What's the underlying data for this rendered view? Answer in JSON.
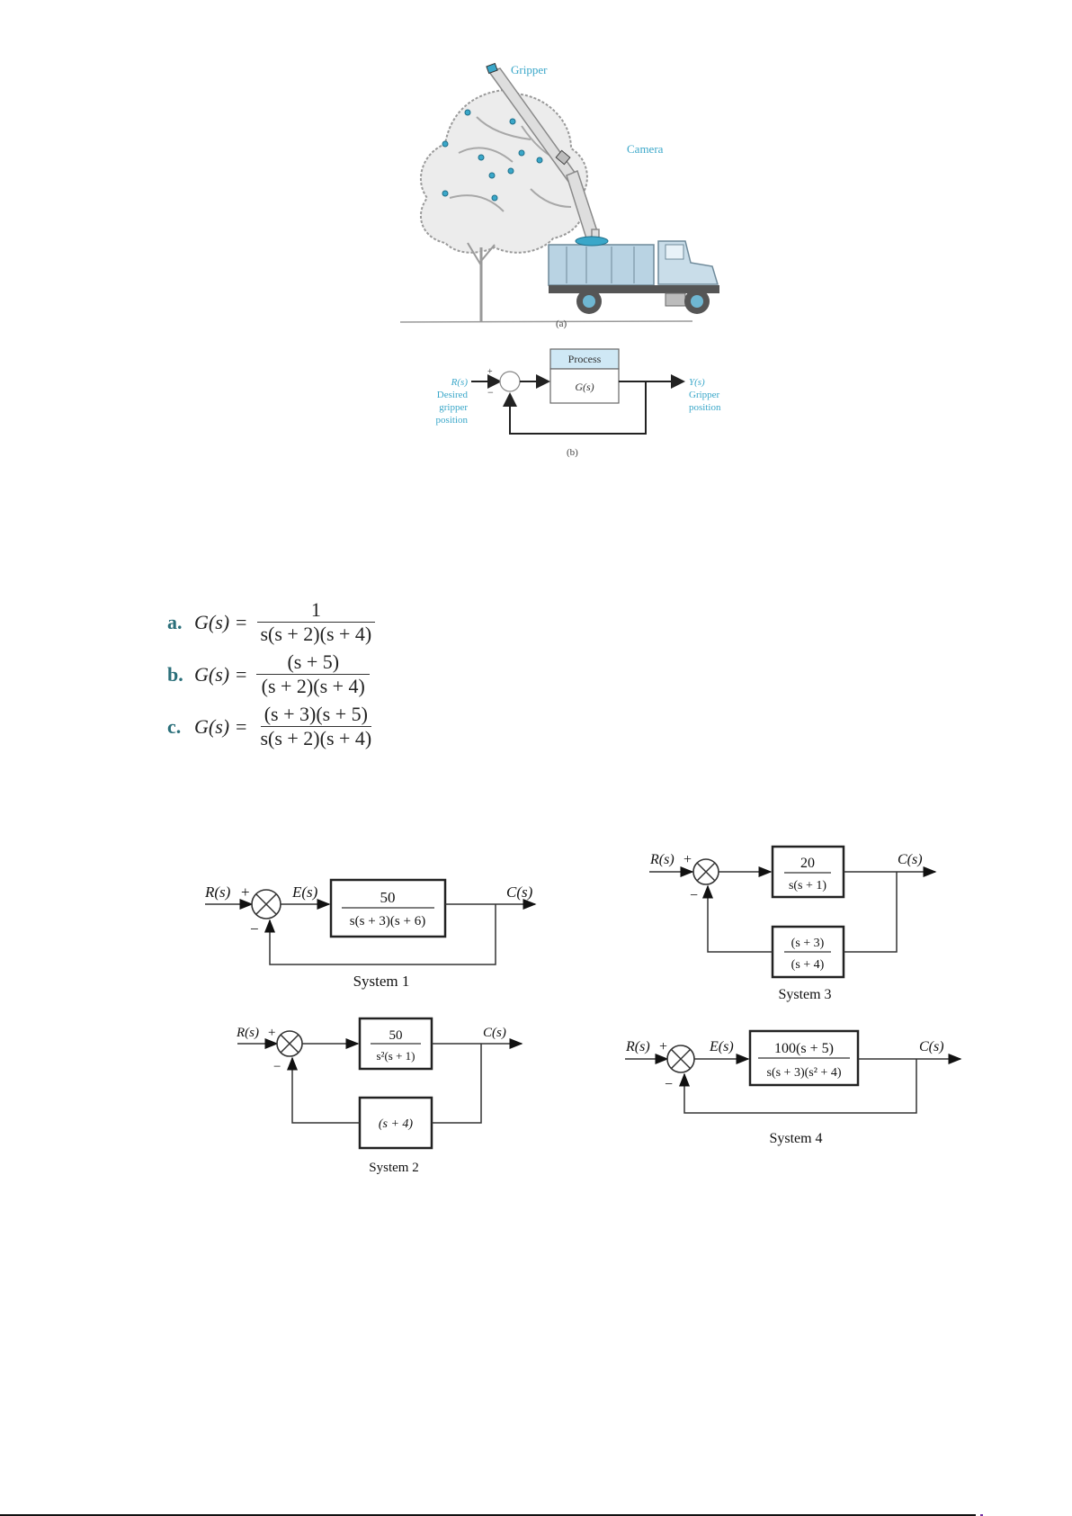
{
  "figure_top": {
    "illustration": {
      "labels": {
        "gripper": "Gripper",
        "camera": "Camera"
      },
      "caption": "(a)",
      "colors": {
        "accent": "#3aa7c9",
        "truck_body": "#b9d3e3",
        "tree": "#9a9a9a"
      }
    },
    "block_diagram": {
      "process_header": "Process",
      "process_tf": "G(s)",
      "input_symbol": "R(s)",
      "input_desc": [
        "Desired",
        "gripper",
        "position"
      ],
      "output_symbol": "Y(s)",
      "output_desc": [
        "Gripper",
        "position"
      ],
      "plus_sign": "+",
      "minus_sign": "−",
      "caption": "(b)",
      "colors": {
        "header_fill": "#cfe8f5",
        "accent": "#3aa7c9"
      }
    }
  },
  "equations": [
    {
      "letter": "a.",
      "lhs": "G(s) =",
      "numerator": "1",
      "denominator": "s(s + 2)(s + 4)"
    },
    {
      "letter": "b.",
      "lhs": "G(s) =",
      "numerator": "(s + 5)",
      "denominator": "(s + 2)(s + 4)"
    },
    {
      "letter": "c.",
      "lhs": "G(s) =",
      "numerator": "(s + 3)(s + 5)",
      "denominator": "s(s + 2)(s + 4)"
    }
  ],
  "systems": [
    {
      "name": "System 1",
      "input": "R(s)",
      "error": "E(s)",
      "output": "C(s)",
      "plus": "+",
      "minus": "−",
      "forward": {
        "num": "50",
        "den": "s(s + 3)(s + 6)"
      }
    },
    {
      "name": "System 2",
      "input": "R(s)",
      "output": "C(s)",
      "plus": "+",
      "minus": "−",
      "forward": {
        "num": "50",
        "den": "s²(s + 1)"
      },
      "feedback": {
        "tf": "(s + 4)"
      }
    },
    {
      "name": "System 3",
      "input": "R(s)",
      "output": "C(s)",
      "plus": "+",
      "minus": "−",
      "forward": {
        "num": "20",
        "den": "s(s + 1)"
      },
      "feedback": {
        "num": "(s + 3)",
        "den": "(s + 4)"
      }
    },
    {
      "name": "System 4",
      "input": "R(s)",
      "error": "E(s)",
      "output": "C(s)",
      "plus": "+",
      "minus": "−",
      "forward": {
        "num": "100(s + 5)",
        "den": "s(s + 3)(s² + 4)"
      }
    }
  ]
}
